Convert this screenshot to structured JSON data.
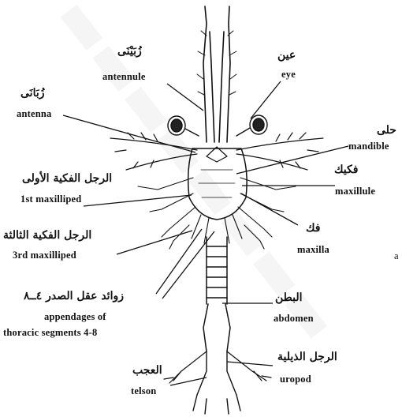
{
  "diagram": {
    "labels": {
      "antennule": {
        "ar": "زُبَيْنَى",
        "en": "antennule"
      },
      "eye": {
        "ar": "عين",
        "en": "eye"
      },
      "antenna": {
        "ar": "زُبَانَى",
        "en": "antenna"
      },
      "mandible": {
        "ar": "حلى",
        "en": "mandible"
      },
      "maxillule": {
        "ar": "فكيك",
        "en": "maxillule"
      },
      "maxilla": {
        "ar": "فك",
        "en": "maxilla"
      },
      "first_maxilliped": {
        "ar": "الرجل الفكية الأولى",
        "en": "1st maxilliped"
      },
      "third_maxilliped": {
        "ar": "الرجل الفكية الثالثة",
        "en": "3rd maxilliped"
      },
      "appendages": {
        "ar": "زوائد عقل الصدر ٤ــ٨",
        "en1": "appendages of",
        "en2": "thoracic segments 4-8"
      },
      "abdomen": {
        "ar": "البطن",
        "en": "abdomen"
      },
      "uropod": {
        "ar": "الرجل الذيلية",
        "en": "uropod"
      },
      "telson": {
        "ar": "العجب",
        "en": "telson"
      }
    },
    "stray_text": "a"
  }
}
